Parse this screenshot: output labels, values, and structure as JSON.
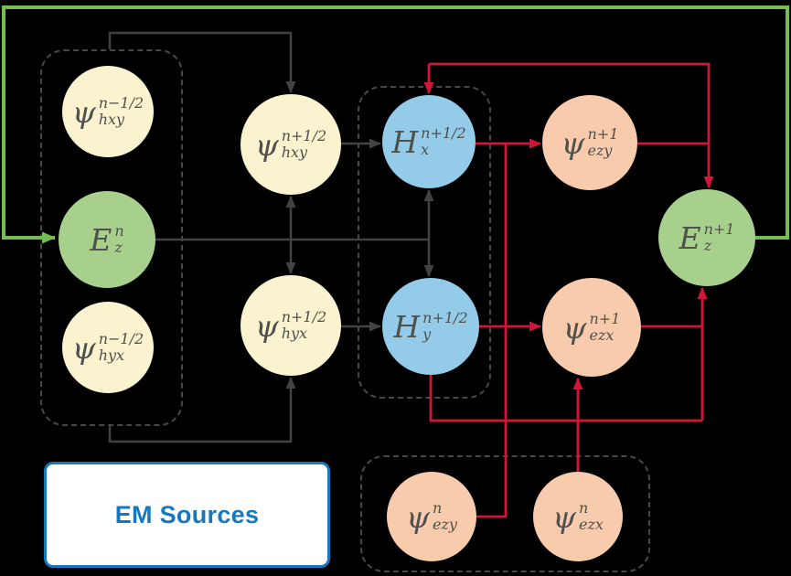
{
  "colors": {
    "canvas_bg": "#000000",
    "line_dark": "#424242",
    "line_red": "#D31638",
    "line_green": "#74BD50",
    "dash_border": "#484848",
    "node_yellow": "#FBF2CF",
    "node_green": "#A8D08D",
    "node_blue": "#93CBE9",
    "node_orange": "#F8CBAD",
    "node_text": "#50514D",
    "sources_blue": "#1678BF"
  },
  "nodes": {
    "psi_hxy_old": {
      "sym": "ψ",
      "sup": "n−1/2",
      "sub": "hxy"
    },
    "ez_n": {
      "sym": "E",
      "sup": "n",
      "sub": "z"
    },
    "psi_hyx_old": {
      "sym": "ψ",
      "sup": "n−1/2",
      "sub": "hyx"
    },
    "psi_hxy_new": {
      "sym": "ψ",
      "sup": "n+1/2",
      "sub": "hxy"
    },
    "psi_hyx_new": {
      "sym": "ψ",
      "sup": "n+1/2",
      "sub": "hyx"
    },
    "hx": {
      "sym": "H",
      "sup": "n+1/2",
      "sub": "x"
    },
    "hy": {
      "sym": "H",
      "sup": "n+1/2",
      "sub": "y"
    },
    "psi_ezy_new": {
      "sym": "ψ",
      "sup": "n+1",
      "sub": "ezy"
    },
    "psi_ezx_new": {
      "sym": "ψ",
      "sup": "n+1",
      "sub": "ezx"
    },
    "ez_new": {
      "sym": "E",
      "sup": "n+1",
      "sub": "z"
    },
    "psi_ezy_old": {
      "sym": "ψ",
      "sup": "n",
      "sub": "ezy"
    },
    "psi_ezx_old": {
      "sym": "ψ",
      "sup": "n",
      "sub": "ezx"
    }
  },
  "sources_box": {
    "label": "EM Sources"
  }
}
